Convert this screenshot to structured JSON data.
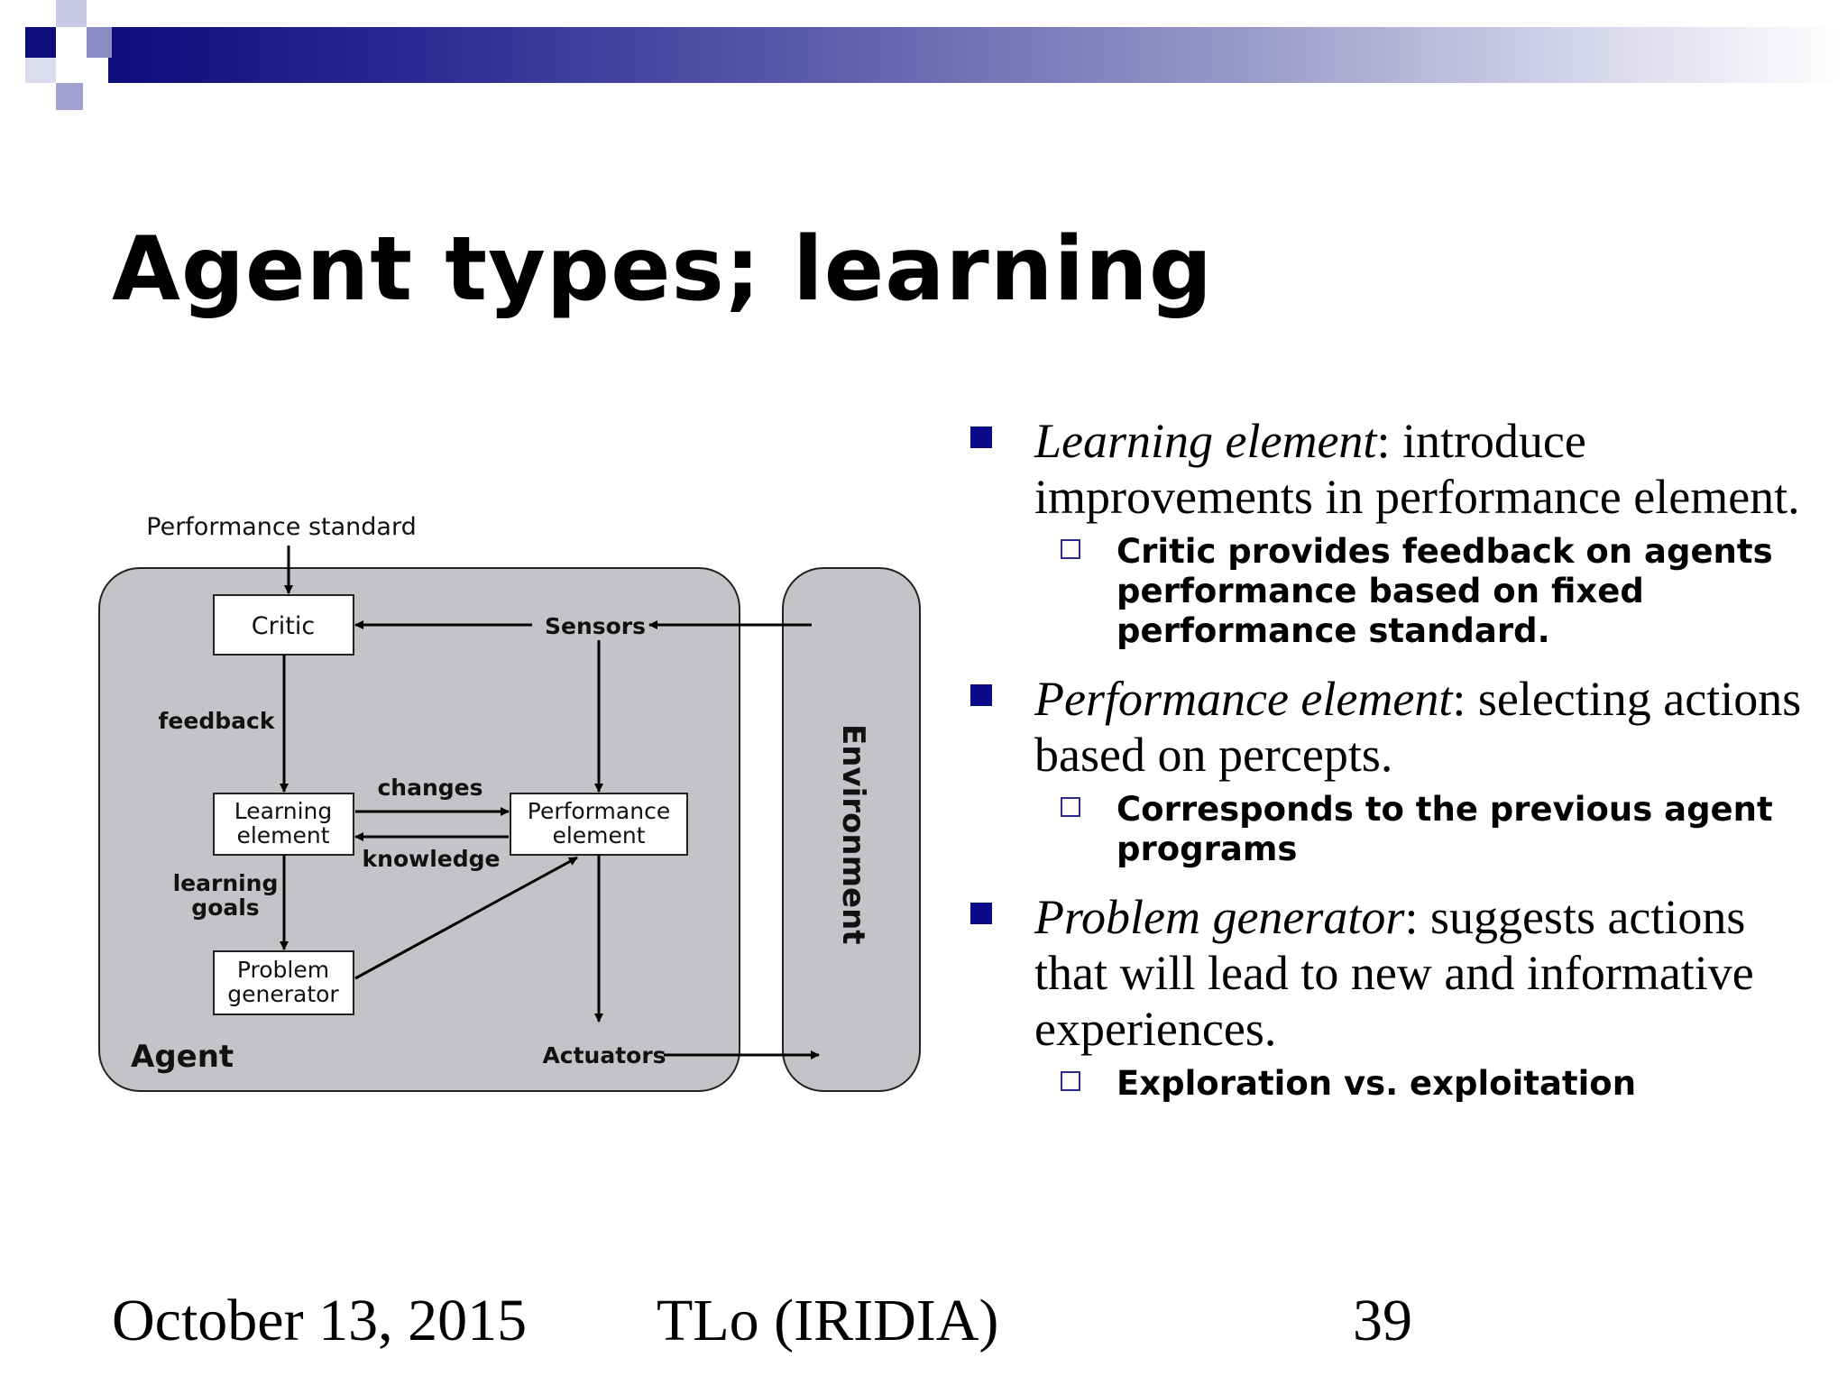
{
  "slide": {
    "title": "Agent types; learning",
    "footer": {
      "date": "October 13, 2015",
      "author": "TLo (IRIDIA)",
      "page": "39"
    }
  },
  "diagram": {
    "performance_standard": "Performance standard",
    "critic": "Critic",
    "sensors": "Sensors",
    "feedback": "feedback",
    "changes": "changes",
    "knowledge": "knowledge",
    "learning_element_line1": "Learning",
    "learning_element_line2": "element",
    "performance_element_line1": "Performance",
    "performance_element_line2": "element",
    "learning_goals_line1": "learning",
    "learning_goals_line2": "goals",
    "problem_generator_line1": "Problem",
    "problem_generator_line2": "generator",
    "agent": "Agent",
    "actuators": "Actuators",
    "environment": "Environment"
  },
  "bullets": [
    {
      "term": "Learning element",
      "text": ": introduce improvements in performance element.",
      "sub": "Critic provides feedback on agents performance based on fixed performance standard."
    },
    {
      "term": "Performance element",
      "text": ": selecting actions based on percepts.",
      "sub": "Corresponds to the previous agent programs"
    },
    {
      "term": "Problem generator",
      "text": ": suggests actions that will lead to new and informative experiences.",
      "sub": "Exploration vs. exploitation"
    }
  ],
  "colors": {
    "bullet": "#0a0a86",
    "panel": "#c4c4c8",
    "header_dark": "#0d0d7a"
  }
}
